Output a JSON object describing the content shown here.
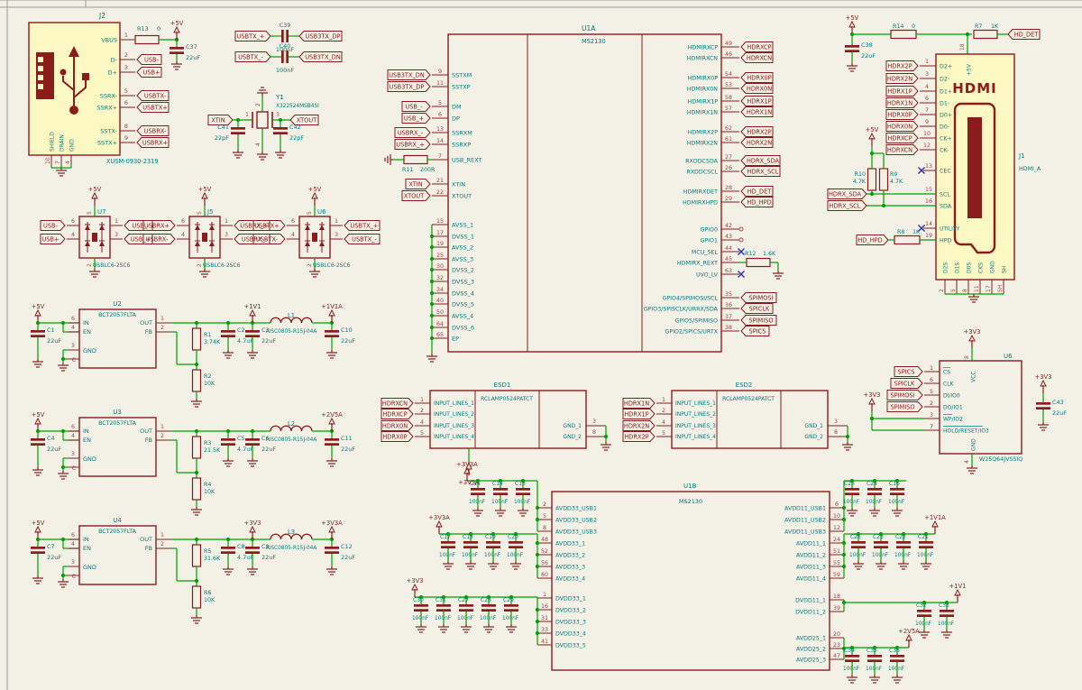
{
  "colors": {
    "background": "#f3f0e6",
    "outline": "#8a1c1c",
    "wire": "#00a000",
    "teal": "#007e80",
    "red": "#a04545",
    "label": "#8a1c1c",
    "yellow": "#fcf8c4",
    "nc": "#2b2bb5",
    "frame": "#9a9a9a"
  },
  "rails": {
    "P5V": "+5V",
    "P1V1": "+1V1",
    "P1V1A": "+1V1A",
    "P2V5A": "+2V5A",
    "P3V3": "+3V3",
    "P3V3A": "+3V3A"
  },
  "usb_conn": {
    "ref": "J2",
    "part": "XUSM-0930-2319",
    "pins": [
      {
        "num": "1",
        "name": "VBUS"
      },
      {
        "num": "2",
        "name": "D-",
        "label": "USB-"
      },
      {
        "num": "3",
        "name": "D+",
        "label": "USB+"
      },
      {
        "num": "5",
        "name": "SSRX-",
        "label": "USBTX-"
      },
      {
        "num": "6",
        "name": "SSRX+",
        "label": "USBTX+"
      },
      {
        "num": "8",
        "name": "SSTX-",
        "label": "USBRX-"
      },
      {
        "num": "9",
        "name": "SSTX+",
        "label": "USBRX+"
      }
    ],
    "bottom": [
      {
        "num": "10",
        "name": "SHIELD"
      },
      {
        "num": "7",
        "name": "DRAIN"
      },
      {
        "num": "4",
        "name": "GND"
      }
    ],
    "r13": {
      "ref": "R13",
      "value": "0"
    },
    "c37": {
      "ref": "C37",
      "value": "22uF"
    }
  },
  "coupling": [
    {
      "in": "USBTX_+",
      "ref": "C39",
      "value": "100nF",
      "out": "USB3TX_DP"
    },
    {
      "in": "USBTX_-",
      "ref": "C40",
      "value": "100nF",
      "out": "USB3TX_DN"
    }
  ],
  "crystal": {
    "ref": "Y1",
    "part": "X322524MSB4SI",
    "pin1": "1",
    "pin2": "2",
    "pin3": "3",
    "pin4": "4",
    "in": "XTIN",
    "out": "XTOUT",
    "c41": {
      "ref": "C41",
      "value": "22pF"
    },
    "c42": {
      "ref": "C42",
      "value": "22pF"
    }
  },
  "ic_main": {
    "ref": "U1A",
    "part": "MS2130",
    "left": [
      {
        "num": "9",
        "name": "SSTXM",
        "label": "USB3TX_DN"
      },
      {
        "num": "11",
        "name": "SSTXP",
        "label": "USB3TX_DP"
      },
      {
        "num": "5",
        "name": "DM",
        "label": "USB_-"
      },
      {
        "num": "6",
        "name": "DP",
        "label": "USB_+"
      },
      {
        "num": "13",
        "name": "SSRXM",
        "label": "USBRX_-"
      },
      {
        "num": "14",
        "name": "SSRXP",
        "label": "USBRX_+"
      },
      {
        "num": "7",
        "name": "USB_REXT"
      },
      {
        "num": "21",
        "name": "XTIN",
        "label": "XTIN"
      },
      {
        "num": "22",
        "name": "XTOUT",
        "label": "XTOUT"
      }
    ],
    "gnd_pins": [
      {
        "num": "15",
        "name": "AVSS_1"
      },
      {
        "num": "17",
        "name": "DVSS_1"
      },
      {
        "num": "19",
        "name": "AVSS_2"
      },
      {
        "num": "25",
        "name": "AVSS_3"
      },
      {
        "num": "30",
        "name": "DVSS_2"
      },
      {
        "num": "32",
        "name": "DVSS_3"
      },
      {
        "num": "34",
        "name": "DVSS_4"
      },
      {
        "num": "40",
        "name": "DVSS_5"
      },
      {
        "num": "50",
        "name": "AVSS_4"
      },
      {
        "num": "64",
        "name": "DVSS_6"
      },
      {
        "num": "65",
        "name": "EP"
      }
    ],
    "right": [
      {
        "num": "49",
        "name": "HDMIRXCP",
        "label": "HDRXCP"
      },
      {
        "num": "46",
        "name": "HDMIRXCN",
        "label": "HDRXCN"
      },
      {
        "num": "54",
        "name": "HDMIRX0P",
        "label": "HDRX0P"
      },
      {
        "num": "53",
        "name": "HDMIRX0N",
        "label": "HDRX0N"
      },
      {
        "num": "58",
        "name": "HDMIRX1P",
        "label": "HDRX1P"
      },
      {
        "num": "57",
        "name": "HDMIRX1N",
        "label": "HDRX1N"
      },
      {
        "num": "62",
        "name": "HDMIRX2P",
        "label": "HDRX2P"
      },
      {
        "num": "61",
        "name": "HDMIRX2N",
        "label": "HDRX2N"
      },
      {
        "num": "27",
        "name": "RXDDCSDA",
        "label": "HDRX_SDA"
      },
      {
        "num": "26",
        "name": "RXDDCSCL",
        "label": "HDRX_SCL"
      },
      {
        "num": "28",
        "name": "HDMIRXDET",
        "label": "HD_DET"
      },
      {
        "num": "29",
        "name": "HDMIRXHPD",
        "label": "HD_HPD"
      },
      {
        "num": "42",
        "name": "GPIO0",
        "nc": "circle"
      },
      {
        "num": "43",
        "name": "GPIO1",
        "nc": "circle"
      },
      {
        "num": "44",
        "name": "MCU_SEL",
        "nc": "x"
      },
      {
        "num": "45",
        "name": "HDMIRX_REXT",
        "rext": true
      },
      {
        "num": "63",
        "name": "UVO_LV",
        "nc": "x"
      },
      {
        "num": "35",
        "name": "GPIO4/SPIMOSI/SCL",
        "label": "SPIMOSI"
      },
      {
        "num": "36",
        "name": "GPIO3/SPISCLK/URRX/SDA",
        "label": "SPICLK"
      },
      {
        "num": "37",
        "name": "GPIO5/SPIMISO",
        "label": "SPIMISO"
      },
      {
        "num": "38",
        "name": "GPIO2/SPICS/URTX",
        "label": "SPICS"
      }
    ],
    "r11": {
      "ref": "R11",
      "value": "200R"
    },
    "r12": {
      "ref": "R12",
      "value": "1.6K"
    }
  },
  "hdmi": {
    "ref": "J1",
    "part": "HDMI_A",
    "logo": "HDMI",
    "left": [
      {
        "num": "1",
        "name": "D2+",
        "label": "HDRX2P"
      },
      {
        "num": "3",
        "name": "D2-",
        "label": "HDRX2N"
      },
      {
        "num": "4",
        "name": "D1+",
        "label": "HDRX1P"
      },
      {
        "num": "6",
        "name": "D1-",
        "label": "HDRX1N"
      },
      {
        "num": "7",
        "name": "D0+",
        "label": "HDRX0P"
      },
      {
        "num": "9",
        "name": "D0-",
        "label": "HDRX0N"
      },
      {
        "num": "10",
        "name": "CK+",
        "label": "HDRXCP"
      },
      {
        "num": "12",
        "name": "CK-",
        "label": "HDRXCN"
      }
    ],
    "cec": {
      "num": "13",
      "name": "CEC"
    },
    "scl": {
      "num": "15",
      "name": "SCL",
      "label": "HDRX_SDA"
    },
    "sda": {
      "num": "16",
      "name": "SDA",
      "label": "HDRX_SCL"
    },
    "utility": {
      "num": "14",
      "name": "UTILITY"
    },
    "hpd": {
      "num": "19",
      "name": "HPD",
      "label": "HD_HPD"
    },
    "top": {
      "num": "18",
      "name": "+5V"
    },
    "bottom": [
      {
        "num": "2",
        "name": "D2S"
      },
      {
        "num": "5",
        "name": "D1S"
      },
      {
        "num": "8",
        "name": "D0S"
      },
      {
        "num": "11",
        "name": "CKS"
      },
      {
        "num": "17",
        "name": "GND"
      },
      {
        "num": "SH",
        "name": "SH"
      }
    ],
    "r14": {
      "ref": "R14",
      "value": "0"
    },
    "r7": {
      "ref": "R7",
      "value": "1K"
    },
    "det": "HD_DET",
    "c38": {
      "ref": "C38",
      "value": "22uF"
    },
    "r10": {
      "ref": "R10",
      "value": "4.7K"
    },
    "r9": {
      "ref": "R9",
      "value": "4.7K"
    },
    "r8": {
      "ref": "R8",
      "value": "1K"
    }
  },
  "usb_esd": [
    {
      "ref": "U7",
      "part": "USBLC6-2SC6",
      "p5": "5",
      "p2": "2",
      "left": [
        {
          "num": "6",
          "label": "USB-"
        },
        {
          "num": "4",
          "label": "USB+"
        }
      ],
      "right": [
        {
          "num": "1",
          "label": "USB_-"
        },
        {
          "num": "3",
          "label": "USB_+"
        }
      ]
    },
    {
      "ref": "J5",
      "part": "USBLC6-2SC6",
      "p5": "5",
      "p2": "2",
      "left": [
        {
          "num": "6",
          "label": "USBRX+"
        },
        {
          "num": "4",
          "label": "USBRX-"
        }
      ],
      "right": [
        {
          "num": "1",
          "label": "USBRX_+"
        },
        {
          "num": "3",
          "label": "USBRX_-"
        }
      ]
    },
    {
      "ref": "U6",
      "part": "USBLC6-2SC6",
      "p5": "5",
      "p2": "2",
      "left": [
        {
          "num": "6",
          "label": "USBTX+"
        },
        {
          "num": "4",
          "label": "USBTX-"
        }
      ],
      "right": [
        {
          "num": "1",
          "label": "USBTX_+"
        },
        {
          "num": "3",
          "label": "USBTX_-"
        }
      ]
    }
  ],
  "regs": [
    {
      "ref": "U2",
      "part": "BCT2057FLTA",
      "pins": {
        "in": {
          "num": "6",
          "name": "IN"
        },
        "en": {
          "num": "4",
          "name": "EN"
        },
        "gnd": {
          "num": "3",
          "name": "GND"
        },
        "c": {
          "num": "C",
          "name": ""
        },
        "out": {
          "num": "1",
          "name": "OUT"
        },
        "fb": {
          "num": "2",
          "name": "FB"
        }
      },
      "cin": {
        "ref": "C1",
        "value": "22uF"
      },
      "rtop": {
        "ref": "R1",
        "value": "3.74K"
      },
      "rbot": {
        "ref": "R2",
        "value": "10K"
      },
      "c_a": {
        "ref": "C2",
        "value": "4.7uF"
      },
      "c_b": {
        "ref": "C3",
        "value": "22uF"
      },
      "ind": {
        "ref": "L1",
        "value": "AISC0805-R15J-04A"
      },
      "c_out": {
        "ref": "C10",
        "value": "22uF"
      },
      "rail_mid": "P1V1",
      "rail_out": "P1V1A"
    },
    {
      "ref": "U3",
      "part": "BCT2057FLTA",
      "pins": {
        "in": {
          "num": "6",
          "name": "IN"
        },
        "en": {
          "num": "4",
          "name": "EN"
        },
        "gnd": {
          "num": "3",
          "name": "GND"
        },
        "c": {
          "num": "C",
          "name": ""
        },
        "out": {
          "num": "1",
          "name": "OUT"
        },
        "fb": {
          "num": "2",
          "name": "FB"
        }
      },
      "cin": {
        "ref": "C4",
        "value": "22uF"
      },
      "rtop": {
        "ref": "R3",
        "value": "21.5K"
      },
      "rbot": {
        "ref": "R4",
        "value": "10K"
      },
      "c_a": {
        "ref": "C5",
        "value": "4.7uF"
      },
      "c_b": {
        "ref": "C6",
        "value": "22uF"
      },
      "ind": {
        "ref": "L2",
        "value": "AISC0805-R15J-04A"
      },
      "c_out": {
        "ref": "C11",
        "value": "22uF"
      },
      "rail_mid": null,
      "rail_out": "P2V5A"
    },
    {
      "ref": "U4",
      "part": "BCT2057FLTA",
      "pins": {
        "in": {
          "num": "6",
          "name": "IN"
        },
        "en": {
          "num": "4",
          "name": "EN"
        },
        "gnd": {
          "num": "3",
          "name": "GND"
        },
        "c": {
          "num": "C",
          "name": ""
        },
        "out": {
          "num": "1",
          "name": "OUT"
        },
        "fb": {
          "num": "2",
          "name": "FB"
        }
      },
      "cin": {
        "ref": "C7",
        "value": "22uF"
      },
      "rtop": {
        "ref": "R5",
        "value": "31.6K"
      },
      "rbot": {
        "ref": "R6",
        "value": "10K"
      },
      "c_a": {
        "ref": "C8",
        "value": "4.7uF"
      },
      "c_b": {
        "ref": "C9",
        "value": "22uF"
      },
      "ind": {
        "ref": "L3",
        "value": "AISC0805-R15J-04A"
      },
      "c_out": {
        "ref": "C12",
        "value": "22uF"
      },
      "rail_mid": "P3V3",
      "rail_out": "P3V3A"
    }
  ],
  "esd": [
    {
      "ref": "ESD1",
      "part": "RCLAMP0524PATCT",
      "rail": "P3V3A",
      "pins": [
        {
          "num": "1",
          "name": "INPUT_LINES_1",
          "label": "HDRXCN"
        },
        {
          "num": "2",
          "name": "INPUT_LINES_2",
          "label": "HDRXCP"
        },
        {
          "num": "4",
          "name": "INPUT_LINES_3",
          "label": "HDRX0N"
        },
        {
          "num": "5",
          "name": "INPUT_LINES_4",
          "label": "HDRX0P"
        }
      ],
      "g1": {
        "num": "3",
        "name": "GND_1"
      },
      "g2": {
        "num": "8",
        "name": "GND_2"
      }
    },
    {
      "ref": "ESD2",
      "part": "RCLAMP0524PATCT",
      "rail": null,
      "pins": [
        {
          "num": "1",
          "name": "INPUT_LINES_1",
          "label": "HDRX1N"
        },
        {
          "num": "2",
          "name": "INPUT_LINES_2",
          "label": "HDRX1P"
        },
        {
          "num": "4",
          "name": "INPUT_LINES_3",
          "label": "HDRX2N"
        },
        {
          "num": "5",
          "name": "INPUT_LINES_4",
          "label": "HDRX2P"
        }
      ],
      "g1": {
        "num": "3",
        "name": "GND_1"
      },
      "g2": {
        "num": "8",
        "name": "GND_2"
      }
    }
  ],
  "flash": {
    "ref": "U6",
    "part": "W25Q64JVSSIQ",
    "left": [
      {
        "num": "1",
        "name": "CS",
        "label": "SPICS"
      },
      {
        "num": "6",
        "name": "CLK",
        "label": "SPICLK"
      },
      {
        "num": "5",
        "name": "DI/IO0",
        "label": "SPIMOSI"
      },
      {
        "num": "2",
        "name": "DO/IO1",
        "label": "SPIMISO"
      },
      {
        "num": "3",
        "name": "WP/IO2"
      },
      {
        "num": "7",
        "name": "HOLD/RESET/IO3"
      }
    ],
    "vcc": {
      "num": "8",
      "name": "VCC"
    },
    "gnd": {
      "num": "4",
      "name": "GND"
    },
    "c43": {
      "ref": "C43",
      "value": "22uF"
    }
  },
  "ic_power": {
    "ref": "U1B",
    "part": "MS2130",
    "left": [
      {
        "num": "2",
        "name": "AVDD33_USB1"
      },
      {
        "num": "5",
        "name": "AVDD33_USB2"
      },
      {
        "num": "8",
        "name": "AVDD33_USB3"
      },
      {
        "num": "48",
        "name": "AVDD33_1"
      },
      {
        "num": "52",
        "name": "AVDD33_2"
      },
      {
        "num": "56",
        "name": "AVDD33_3"
      },
      {
        "num": "60",
        "name": "AVDD33_4"
      },
      {
        "num": "1",
        "name": "DVDD33_1"
      },
      {
        "num": "16",
        "name": "DVDD33_2"
      },
      {
        "num": "31",
        "name": "DVDD33_3"
      },
      {
        "num": "33",
        "name": "DVDD33_4"
      },
      {
        "num": "41",
        "name": "DVDD33_5"
      }
    ],
    "right": [
      {
        "num": "6",
        "name": "AVDD11_USB1"
      },
      {
        "num": "10",
        "name": "AVDD11_USB2"
      },
      {
        "num": "12",
        "name": "AVDD11_USB3"
      },
      {
        "num": "24",
        "name": "AVDD11_1"
      },
      {
        "num": "51",
        "name": "AVDD11_2"
      },
      {
        "num": "55",
        "name": "AVDD11_3"
      },
      {
        "num": "59",
        "name": "AVDD11_4"
      },
      {
        "num": "18",
        "name": "DVDD11_1"
      },
      {
        "num": "39",
        "name": "DVDD11_2"
      },
      {
        "num": "20",
        "name": "AVDD25_1"
      },
      {
        "num": "23",
        "name": "AVDD25_2"
      },
      {
        "num": "47",
        "name": "AVDD25_3"
      }
    ]
  },
  "banks": [
    {
      "rail": "P3V3A",
      "caps": [
        {
          "ref": "C15",
          "value": "100nF"
        },
        {
          "ref": "C14",
          "value": "100nF"
        },
        {
          "ref": "C13",
          "value": "100nF"
        }
      ]
    },
    {
      "rail": "P3V3A",
      "caps": [
        {
          "ref": "C17",
          "value": "100nF"
        },
        {
          "ref": "C18",
          "value": "100nF"
        },
        {
          "ref": "C19",
          "value": "100nF"
        },
        {
          "ref": "C20",
          "value": "100nF"
        }
      ]
    },
    {
      "rail": "P3V3",
      "caps": [
        {
          "ref": "C30",
          "value": "100nF"
        },
        {
          "ref": "C31",
          "value": "100nF"
        },
        {
          "ref": "C27",
          "value": "100nF"
        },
        {
          "ref": "C28",
          "value": "100nF"
        },
        {
          "ref": "C29",
          "value": "100nF"
        }
      ]
    },
    {
      "rail": null,
      "caps": [
        {
          "ref": "C26",
          "value": "100nF"
        },
        {
          "ref": "C24",
          "value": "100nF"
        },
        {
          "ref": "C16",
          "value": "100nF"
        }
      ]
    },
    {
      "rail": "P1V1A",
      "caps": [
        {
          "ref": "C25",
          "value": "100nF"
        },
        {
          "ref": "C23",
          "value": "100nF"
        },
        {
          "ref": "C22",
          "value": "100nF"
        },
        {
          "ref": "C21",
          "value": "100nF"
        }
      ]
    },
    {
      "rail": "P1V1",
      "caps": [
        {
          "ref": "C32",
          "value": "100nF"
        },
        {
          "ref": "C33",
          "value": "100nF"
        }
      ]
    },
    {
      "rail": "P2V5A",
      "caps": [
        {
          "ref": "C34",
          "value": "100nF"
        },
        {
          "ref": "C35",
          "value": "100nF"
        },
        {
          "ref": "C36",
          "value": "100nF"
        }
      ]
    }
  ]
}
